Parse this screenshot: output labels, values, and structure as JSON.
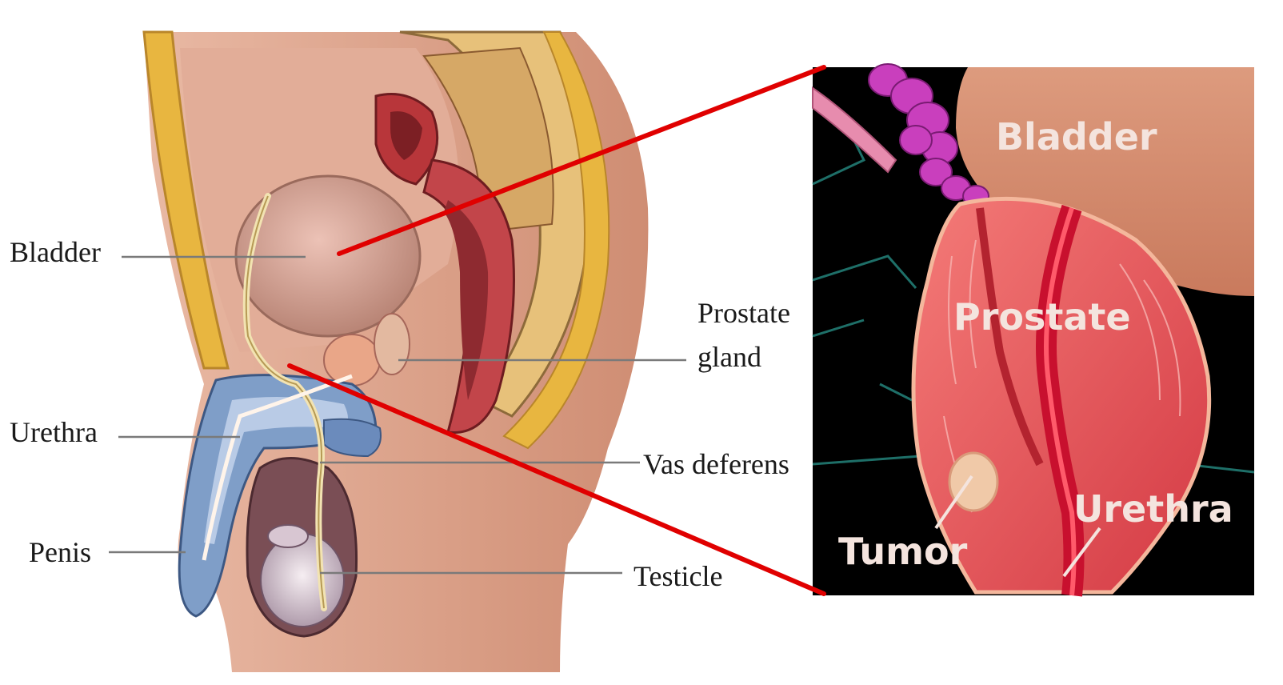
{
  "left_diagram": {
    "labels": {
      "bladder": "Bladder",
      "prostate_line1": "Prostate",
      "prostate_line2": "gland",
      "urethra": "Urethra",
      "vas_deferens": "Vas deferens",
      "penis": "Penis",
      "testicle": "Testicle"
    }
  },
  "inset": {
    "labels": {
      "bladder": "Bladder",
      "prostate": "Prostate",
      "tumor": "Tumor",
      "urethra": "Urethra"
    }
  },
  "colors": {
    "zoom_lines": "#e00000",
    "inset_background": "#000000",
    "skin": "#dfa58e",
    "fat_layer": "#e8b640",
    "rectum": "#b8363a",
    "bladder": "#d8a79a",
    "prostate_tissue": "#e8525a",
    "urethra_tissue": "#c8102e",
    "urethra_spongy": "#7f9ec8"
  }
}
